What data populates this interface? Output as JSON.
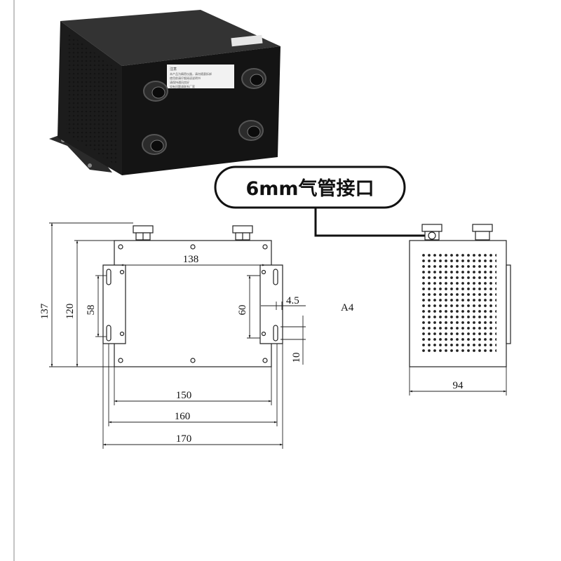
{
  "callout": {
    "label": "6mm气管接口"
  },
  "product_label": {
    "title": "注意",
    "lines": [
      "本产品为精密仪器，请勿随意拆卸",
      "使用前请仔细阅读说明书",
      "请保持通风良好",
      "如有问题请联系厂家"
    ]
  },
  "front_view": {
    "dims": {
      "width_138": "138",
      "height_137": "137",
      "height_120": "120",
      "height_58": "58",
      "height_60": "60",
      "slot_4_5": "4.5",
      "slot_10": "10",
      "width_150": "150",
      "width_160": "160",
      "width_170": "170"
    }
  },
  "side_view": {
    "dims": {
      "width_94": "94",
      "label_a4": "A4"
    }
  },
  "colors": {
    "line": "#222222",
    "box": "#1e1e1e",
    "callout_border": "#111111"
  }
}
